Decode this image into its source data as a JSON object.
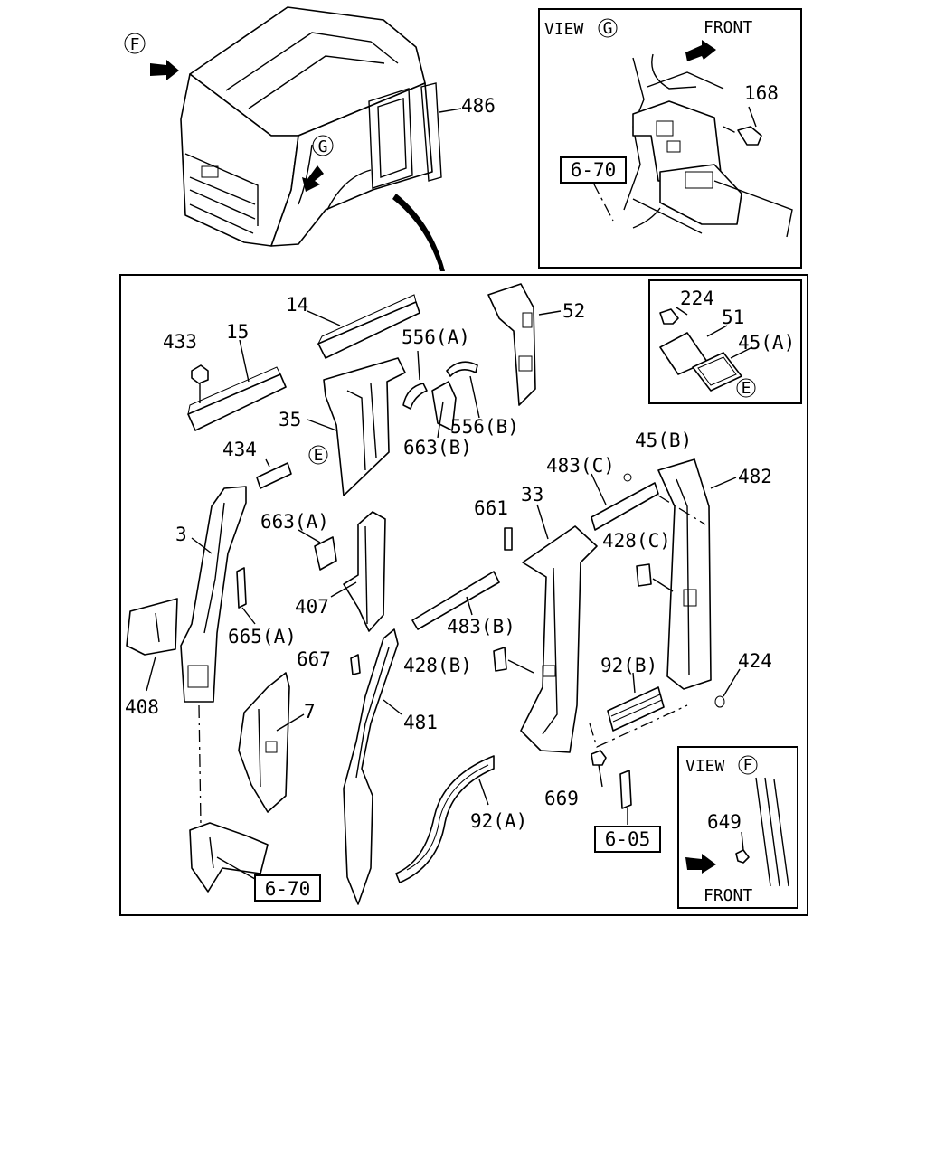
{
  "callouts": {
    "c486": "486",
    "c168": "168",
    "c14": "14",
    "c15": "15",
    "c433": "433",
    "c52": "52",
    "c556a": "556(A)",
    "c556b": "556(B)",
    "c663b": "663(B)",
    "c35": "35",
    "c224": "224",
    "c51": "51",
    "c45a": "45(A)",
    "c45b": "45(B)",
    "c434": "434",
    "c483c": "483(C)",
    "c482": "482",
    "c661": "661",
    "c33": "33",
    "c663a": "663(A)",
    "c428c": "428(C)",
    "c3": "3",
    "c407": "407",
    "c665a": "665(A)",
    "c483b": "483(B)",
    "c667": "667",
    "c428b": "428(B)",
    "c92b": "92(B)",
    "c424": "424",
    "c408": "408",
    "c7": "7",
    "c481": "481",
    "c669": "669",
    "c649": "649",
    "c92a": "92(A)"
  },
  "references": {
    "ref670_top": "6-70",
    "ref670_bottom": "6-70",
    "ref605": "6-05"
  },
  "markers": {
    "f": "F",
    "g": "G",
    "e1": "E",
    "e2": "E"
  },
  "views": {
    "view_g_label": "VIEW",
    "view_g_letter": "G",
    "view_g_front": "FRONT",
    "view_f_label": "VIEW",
    "view_f_letter": "F",
    "view_f_front": "FRONT"
  }
}
